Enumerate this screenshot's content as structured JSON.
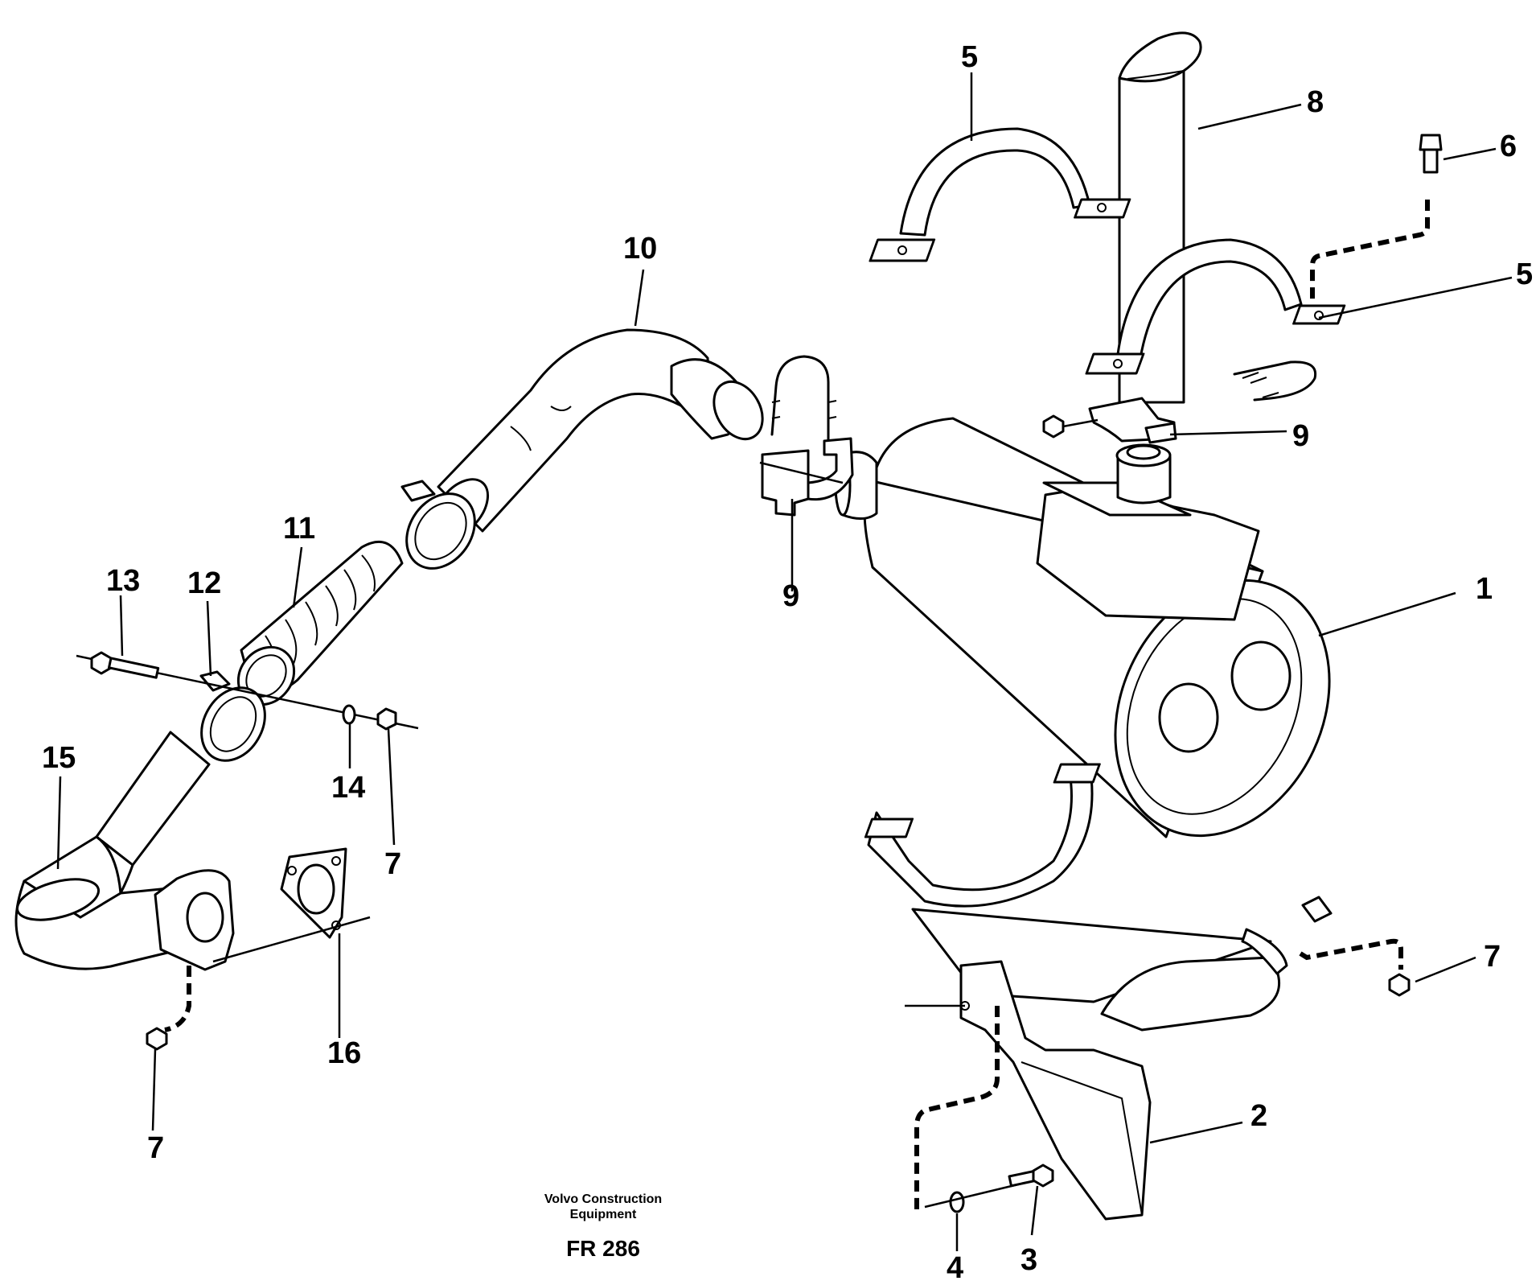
{
  "diagram": {
    "part_labels": [
      {
        "id": "muffler",
        "text": "1"
      },
      {
        "id": "bracket",
        "text": "2"
      },
      {
        "id": "screw-bottom",
        "text": "3"
      },
      {
        "id": "washer-bottom",
        "text": "4"
      },
      {
        "id": "clamp-top-left",
        "text": "5"
      },
      {
        "id": "clamp-top-right",
        "text": "5"
      },
      {
        "id": "screw-top",
        "text": "6"
      },
      {
        "id": "nut-right",
        "text": "7"
      },
      {
        "id": "nut-middle",
        "text": "7"
      },
      {
        "id": "nut-bottom-left",
        "text": "7"
      },
      {
        "id": "tail-pipe",
        "text": "8"
      },
      {
        "id": "u-bolt-right",
        "text": "9"
      },
      {
        "id": "u-bolt-left",
        "text": "9"
      },
      {
        "id": "pipe-bend",
        "text": "10"
      },
      {
        "id": "flex-hose",
        "text": "11"
      },
      {
        "id": "hose-clamp",
        "text": "12"
      },
      {
        "id": "screw-clamp",
        "text": "13"
      },
      {
        "id": "washer-clamp",
        "text": "14"
      },
      {
        "id": "elbow-pipe",
        "text": "15"
      },
      {
        "id": "gasket",
        "text": "16"
      }
    ],
    "company": [
      "Volvo Construction",
      "Equipment"
    ],
    "reference": "FR 286"
  }
}
